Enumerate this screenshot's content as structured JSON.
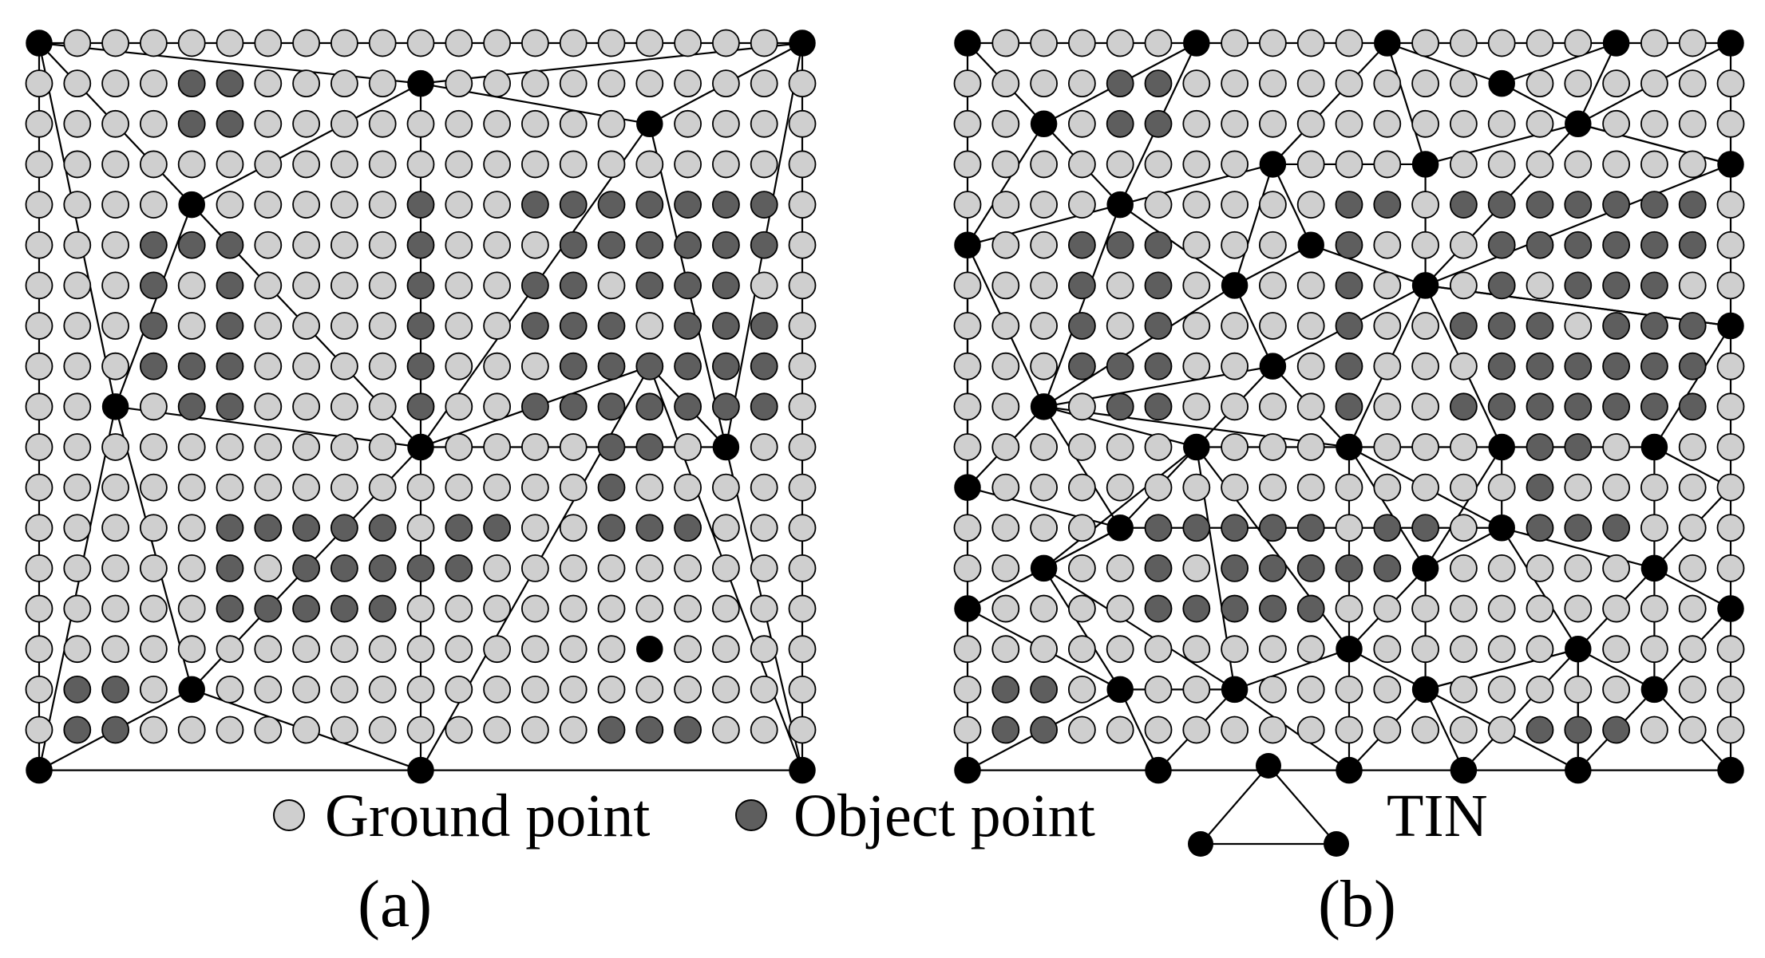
{
  "legend": {
    "ground_label": "Ground point",
    "object_label": "Object point",
    "tin_label": "TIN"
  },
  "panels": {
    "a_label": "(a)",
    "b_label": "(b)"
  },
  "colors": {
    "ground_fill": "#cfcfcf",
    "object_fill": "#5e5e5e",
    "tin_vertex": "#000000",
    "edge": "#000000",
    "outline": "#000000"
  },
  "grid": {
    "rows": 18,
    "cols": 21
  },
  "panel_a": {
    "objects": [
      [
        1,
        4
      ],
      [
        1,
        5
      ],
      [
        2,
        4
      ],
      [
        2,
        5
      ],
      [
        4,
        10
      ],
      [
        4,
        13
      ],
      [
        4,
        14
      ],
      [
        4,
        15
      ],
      [
        4,
        16
      ],
      [
        4,
        17
      ],
      [
        4,
        18
      ],
      [
        4,
        19
      ],
      [
        5,
        3
      ],
      [
        5,
        4
      ],
      [
        5,
        5
      ],
      [
        5,
        10
      ],
      [
        5,
        14
      ],
      [
        5,
        15
      ],
      [
        5,
        16
      ],
      [
        5,
        17
      ],
      [
        5,
        18
      ],
      [
        5,
        19
      ],
      [
        6,
        3
      ],
      [
        6,
        5
      ],
      [
        6,
        10
      ],
      [
        6,
        13
      ],
      [
        6,
        14
      ],
      [
        6,
        16
      ],
      [
        6,
        17
      ],
      [
        6,
        18
      ],
      [
        7,
        3
      ],
      [
        7,
        5
      ],
      [
        7,
        10
      ],
      [
        7,
        13
      ],
      [
        7,
        14
      ],
      [
        7,
        15
      ],
      [
        7,
        17
      ],
      [
        7,
        18
      ],
      [
        7,
        19
      ],
      [
        8,
        3
      ],
      [
        8,
        4
      ],
      [
        8,
        5
      ],
      [
        8,
        10
      ],
      [
        8,
        14
      ],
      [
        8,
        15
      ],
      [
        8,
        16
      ],
      [
        8,
        17
      ],
      [
        8,
        18
      ],
      [
        8,
        19
      ],
      [
        9,
        4
      ],
      [
        9,
        5
      ],
      [
        9,
        10
      ],
      [
        9,
        13
      ],
      [
        9,
        14
      ],
      [
        9,
        15
      ],
      [
        9,
        16
      ],
      [
        9,
        17
      ],
      [
        9,
        18
      ],
      [
        9,
        19
      ],
      [
        10,
        15
      ],
      [
        10,
        16
      ],
      [
        11,
        15
      ],
      [
        12,
        5
      ],
      [
        12,
        6
      ],
      [
        12,
        7
      ],
      [
        12,
        8
      ],
      [
        12,
        9
      ],
      [
        12,
        11
      ],
      [
        12,
        12
      ],
      [
        12,
        15
      ],
      [
        12,
        16
      ],
      [
        12,
        17
      ],
      [
        13,
        5
      ],
      [
        13,
        7
      ],
      [
        13,
        8
      ],
      [
        13,
        9
      ],
      [
        13,
        10
      ],
      [
        13,
        11
      ],
      [
        14,
        5
      ],
      [
        14,
        6
      ],
      [
        14,
        7
      ],
      [
        14,
        8
      ],
      [
        14,
        9
      ],
      [
        16,
        1
      ],
      [
        16,
        2
      ],
      [
        17,
        1
      ],
      [
        17,
        2
      ],
      [
        17,
        15
      ],
      [
        17,
        16
      ],
      [
        17,
        17
      ]
    ],
    "tin": [
      [
        0,
        0
      ],
      [
        0,
        20
      ],
      [
        1,
        10
      ],
      [
        2,
        16
      ],
      [
        4,
        4
      ],
      [
        9,
        2
      ],
      [
        10,
        10
      ],
      [
        10,
        18
      ],
      [
        15,
        16
      ],
      [
        16,
        4
      ],
      [
        18,
        0
      ],
      [
        18,
        10
      ],
      [
        18,
        20
      ]
    ],
    "edges": [
      [
        0,
        0,
        0,
        20
      ],
      [
        0,
        0,
        1,
        10
      ],
      [
        1,
        10,
        0,
        20
      ],
      [
        1,
        10,
        2,
        16
      ],
      [
        2,
        16,
        0,
        20
      ],
      [
        0,
        0,
        4,
        4
      ],
      [
        0,
        0,
        9,
        2
      ],
      [
        0,
        0,
        18,
        0
      ],
      [
        1,
        10,
        4,
        4
      ],
      [
        4,
        4,
        9,
        2
      ],
      [
        4,
        4,
        10,
        10
      ],
      [
        1,
        10,
        10,
        10
      ],
      [
        2,
        16,
        10,
        10
      ],
      [
        2,
        16,
        10,
        18
      ],
      [
        0,
        20,
        10,
        18
      ],
      [
        0,
        20,
        18,
        20
      ],
      [
        9,
        2,
        10,
        10
      ],
      [
        10,
        10,
        10,
        18
      ],
      [
        9,
        2,
        18,
        0
      ],
      [
        9,
        2,
        16,
        4
      ],
      [
        16,
        4,
        18,
        0
      ],
      [
        16,
        4,
        18,
        10
      ],
      [
        18,
        0,
        18,
        10
      ],
      [
        10,
        10,
        18,
        10
      ],
      [
        10,
        10,
        16,
        4
      ],
      [
        10,
        10,
        8,
        16
      ],
      [
        10,
        18,
        8,
        16
      ],
      [
        10,
        18,
        18,
        20
      ],
      [
        8,
        16,
        18,
        10
      ],
      [
        8,
        16,
        18,
        20
      ],
      [
        18,
        10,
        18,
        20
      ]
    ]
  },
  "panel_b": {
    "objects": [
      [
        1,
        4
      ],
      [
        1,
        5
      ],
      [
        2,
        4
      ],
      [
        2,
        5
      ],
      [
        4,
        10
      ],
      [
        4,
        11
      ],
      [
        4,
        13
      ],
      [
        4,
        14
      ],
      [
        4,
        15
      ],
      [
        4,
        16
      ],
      [
        4,
        17
      ],
      [
        4,
        18
      ],
      [
        4,
        19
      ],
      [
        5,
        3
      ],
      [
        5,
        4
      ],
      [
        5,
        5
      ],
      [
        5,
        10
      ],
      [
        5,
        14
      ],
      [
        5,
        15
      ],
      [
        5,
        16
      ],
      [
        5,
        17
      ],
      [
        5,
        18
      ],
      [
        5,
        19
      ],
      [
        6,
        3
      ],
      [
        6,
        5
      ],
      [
        6,
        10
      ],
      [
        6,
        14
      ],
      [
        6,
        16
      ],
      [
        6,
        17
      ],
      [
        6,
        18
      ],
      [
        7,
        3
      ],
      [
        7,
        5
      ],
      [
        7,
        10
      ],
      [
        7,
        13
      ],
      [
        7,
        14
      ],
      [
        7,
        15
      ],
      [
        7,
        17
      ],
      [
        7,
        18
      ],
      [
        7,
        19
      ],
      [
        8,
        3
      ],
      [
        8,
        4
      ],
      [
        8,
        5
      ],
      [
        8,
        10
      ],
      [
        8,
        14
      ],
      [
        8,
        15
      ],
      [
        8,
        16
      ],
      [
        8,
        17
      ],
      [
        8,
        18
      ],
      [
        8,
        19
      ],
      [
        9,
        4
      ],
      [
        9,
        5
      ],
      [
        9,
        10
      ],
      [
        9,
        13
      ],
      [
        9,
        14
      ],
      [
        9,
        15
      ],
      [
        9,
        16
      ],
      [
        9,
        17
      ],
      [
        9,
        18
      ],
      [
        9,
        19
      ],
      [
        10,
        15
      ],
      [
        10,
        16
      ],
      [
        11,
        15
      ],
      [
        12,
        5
      ],
      [
        12,
        6
      ],
      [
        12,
        7
      ],
      [
        12,
        8
      ],
      [
        12,
        9
      ],
      [
        12,
        11
      ],
      [
        12,
        12
      ],
      [
        12,
        15
      ],
      [
        12,
        16
      ],
      [
        12,
        17
      ],
      [
        13,
        5
      ],
      [
        13,
        7
      ],
      [
        13,
        8
      ],
      [
        13,
        9
      ],
      [
        13,
        10
      ],
      [
        13,
        11
      ],
      [
        14,
        5
      ],
      [
        14,
        6
      ],
      [
        14,
        7
      ],
      [
        14,
        8
      ],
      [
        14,
        9
      ],
      [
        16,
        1
      ],
      [
        16,
        2
      ],
      [
        17,
        1
      ],
      [
        17,
        2
      ],
      [
        17,
        15
      ],
      [
        17,
        16
      ],
      [
        17,
        17
      ]
    ],
    "tin": [
      [
        0,
        0
      ],
      [
        0,
        6
      ],
      [
        0,
        11
      ],
      [
        0,
        17
      ],
      [
        0,
        20
      ],
      [
        1,
        14
      ],
      [
        2,
        2
      ],
      [
        2,
        16
      ],
      [
        3,
        8
      ],
      [
        3,
        12
      ],
      [
        3,
        20
      ],
      [
        4,
        4
      ],
      [
        5,
        0
      ],
      [
        5,
        9
      ],
      [
        6,
        7
      ],
      [
        6,
        12
      ],
      [
        7,
        20
      ],
      [
        8,
        8
      ],
      [
        9,
        2
      ],
      [
        10,
        6
      ],
      [
        10,
        10
      ],
      [
        10,
        14
      ],
      [
        10,
        18
      ],
      [
        11,
        0
      ],
      [
        12,
        4
      ],
      [
        12,
        14
      ],
      [
        13,
        2
      ],
      [
        13,
        12
      ],
      [
        13,
        18
      ],
      [
        14,
        0
      ],
      [
        14,
        20
      ],
      [
        15,
        10
      ],
      [
        15,
        16
      ],
      [
        16,
        4
      ],
      [
        16,
        7
      ],
      [
        16,
        12
      ],
      [
        16,
        18
      ],
      [
        18,
        0
      ],
      [
        18,
        5
      ],
      [
        18,
        10
      ],
      [
        18,
        13
      ],
      [
        18,
        16
      ],
      [
        18,
        20
      ]
    ],
    "edges": [
      [
        0,
        0,
        0,
        6
      ],
      [
        0,
        6,
        0,
        11
      ],
      [
        0,
        11,
        0,
        17
      ],
      [
        0,
        17,
        0,
        20
      ],
      [
        0,
        20,
        3,
        20
      ],
      [
        3,
        20,
        7,
        20
      ],
      [
        7,
        20,
        11,
        20
      ],
      [
        11,
        20,
        14,
        20
      ],
      [
        14,
        20,
        18,
        20
      ],
      [
        0,
        0,
        5,
        0
      ],
      [
        5,
        0,
        11,
        0
      ],
      [
        11,
        0,
        14,
        0
      ],
      [
        14,
        0,
        18,
        0
      ],
      [
        18,
        0,
        18,
        5
      ],
      [
        18,
        5,
        18,
        10
      ],
      [
        18,
        10,
        18,
        13
      ],
      [
        18,
        13,
        18,
        16
      ],
      [
        18,
        16,
        18,
        20
      ],
      [
        0,
        0,
        2,
        2
      ],
      [
        0,
        6,
        2,
        2
      ],
      [
        0,
        6,
        4,
        4
      ],
      [
        0,
        11,
        1,
        14
      ],
      [
        1,
        14,
        0,
        17
      ],
      [
        1,
        14,
        2,
        16
      ],
      [
        0,
        17,
        2,
        16
      ],
      [
        0,
        20,
        2,
        16
      ],
      [
        2,
        16,
        3,
        20
      ],
      [
        0,
        11,
        3,
        12
      ],
      [
        0,
        11,
        3,
        8
      ],
      [
        2,
        2,
        4,
        4
      ],
      [
        2,
        2,
        5,
        0
      ],
      [
        4,
        4,
        5,
        0
      ],
      [
        4,
        4,
        3,
        8
      ],
      [
        4,
        4,
        6,
        7
      ],
      [
        3,
        8,
        3,
        12
      ],
      [
        3,
        8,
        5,
        9
      ],
      [
        3,
        8,
        6,
        7
      ],
      [
        3,
        12,
        6,
        12
      ],
      [
        2,
        16,
        3,
        12
      ],
      [
        2,
        16,
        6,
        12
      ],
      [
        2,
        16,
        3,
        20
      ],
      [
        3,
        20,
        6,
        12
      ],
      [
        7,
        20,
        6,
        12
      ],
      [
        5,
        0,
        9,
        2
      ],
      [
        5,
        0,
        11,
        0
      ],
      [
        4,
        4,
        9,
        2
      ],
      [
        6,
        7,
        9,
        2
      ],
      [
        6,
        7,
        8,
        8
      ],
      [
        5,
        9,
        6,
        7
      ],
      [
        5,
        9,
        6,
        12
      ],
      [
        8,
        8,
        6,
        12
      ],
      [
        8,
        8,
        9,
        2
      ],
      [
        9,
        2,
        10,
        6
      ],
      [
        9,
        2,
        10,
        10
      ],
      [
        9,
        2,
        12,
        4
      ],
      [
        9,
        2,
        11,
        0
      ],
      [
        11,
        0,
        12,
        4
      ],
      [
        10,
        6,
        10,
        10
      ],
      [
        10,
        6,
        8,
        8
      ],
      [
        10,
        6,
        13,
        2
      ],
      [
        10,
        6,
        12,
        4
      ],
      [
        10,
        6,
        15,
        10
      ],
      [
        10,
        6,
        16,
        7
      ],
      [
        10,
        10,
        8,
        8
      ],
      [
        10,
        10,
        6,
        12
      ],
      [
        10,
        10,
        10,
        14
      ],
      [
        10,
        10,
        12,
        14
      ],
      [
        10,
        10,
        13,
        12
      ],
      [
        10,
        10,
        15,
        10
      ],
      [
        6,
        12,
        10,
        14
      ],
      [
        6,
        12,
        7,
        20
      ],
      [
        7,
        20,
        10,
        18
      ],
      [
        10,
        14,
        10,
        18
      ],
      [
        10,
        14,
        12,
        14
      ],
      [
        10,
        18,
        13,
        18
      ],
      [
        10,
        18,
        11,
        20
      ],
      [
        11,
        20,
        13,
        18
      ],
      [
        12,
        14,
        13,
        18
      ],
      [
        12,
        14,
        12,
        4
      ],
      [
        12,
        4,
        13,
        2
      ],
      [
        12,
        4,
        14,
        0
      ],
      [
        14,
        0,
        13,
        2
      ],
      [
        12,
        14,
        13,
        12
      ],
      [
        13,
        12,
        10,
        14
      ],
      [
        13,
        12,
        16,
        12
      ],
      [
        13,
        12,
        15,
        10
      ],
      [
        13,
        18,
        16,
        18
      ],
      [
        13,
        18,
        14,
        20
      ],
      [
        14,
        20,
        16,
        18
      ],
      [
        16,
        18,
        18,
        20
      ],
      [
        16,
        18,
        18,
        16
      ],
      [
        18,
        16,
        15,
        16
      ],
      [
        15,
        16,
        16,
        18
      ],
      [
        15,
        16,
        16,
        12
      ],
      [
        15,
        16,
        18,
        13
      ],
      [
        15,
        16,
        18,
        16
      ],
      [
        16,
        12,
        18,
        10
      ],
      [
        16,
        12,
        18,
        13
      ],
      [
        15,
        10,
        16,
        12
      ],
      [
        15,
        10,
        16,
        7
      ],
      [
        15,
        10,
        18,
        10
      ],
      [
        16,
        7,
        18,
        5
      ],
      [
        16,
        7,
        18,
        10
      ],
      [
        16,
        4,
        16,
        7
      ],
      [
        16,
        4,
        18,
        5
      ],
      [
        16,
        4,
        18,
        0
      ],
      [
        16,
        4,
        13,
        2
      ],
      [
        16,
        4,
        14,
        0
      ],
      [
        13,
        2,
        16,
        7
      ],
      [
        16,
        12,
        18,
        16
      ],
      [
        15,
        16,
        13,
        18
      ],
      [
        15,
        16,
        12,
        14
      ],
      [
        15,
        16,
        16,
        12
      ]
    ]
  },
  "legend_tin": [
    [
      0,
      1
    ],
    [
      1,
      0
    ],
    [
      1,
      2
    ]
  ]
}
